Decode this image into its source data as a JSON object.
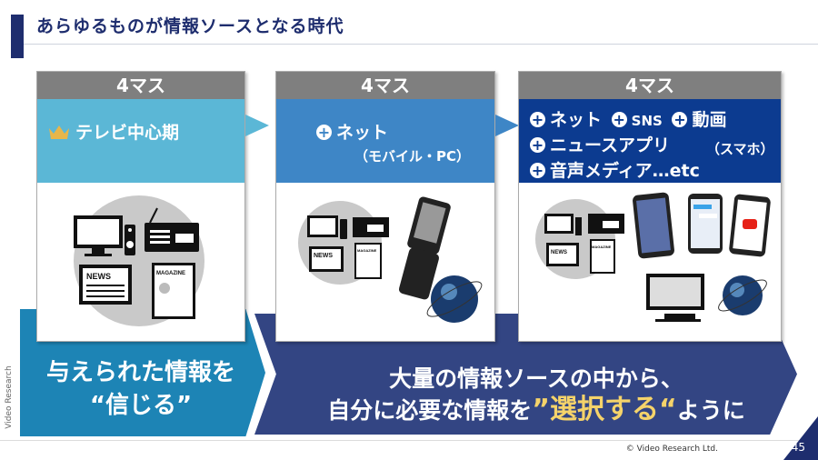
{
  "header": {
    "title": "あらゆるものが情報ソースとなる時代"
  },
  "panels": [
    {
      "head": "4マス",
      "lines": [
        "テレビ中心期"
      ]
    },
    {
      "head": "4マス",
      "lines": [
        "ネット",
        "（モバイル・PC）"
      ]
    },
    {
      "head": "4マス",
      "lines": [
        "ネット",
        "SNS",
        "動画",
        "ニュースアプリ",
        "（スマホ）",
        "音声メディア…etc"
      ]
    }
  ],
  "banners": {
    "left_line1": "与えられた情報を",
    "left_line2": "“信じる”",
    "right_line1": "大量の情報ソースの中から、",
    "right_line2_a": "自分に必要な情報を",
    "right_line2_open": "”",
    "right_line2_em": "選択する",
    "right_line2_close": "“",
    "right_line2_b": "ように"
  },
  "media_labels": {
    "news": "NEWS",
    "magazine": "MAGAZINE"
  },
  "side_tag": "Video Research",
  "footer": {
    "copyright": "© Video Research Ltd.",
    "page": "45"
  },
  "colors": {
    "navy": "#1e2d6e",
    "light_blue": "#5bb7d6",
    "mid_blue": "#3e86c6",
    "deep_blue": "#0c3b90",
    "banner_left": "#1d84b5",
    "banner_right": "#334583",
    "highlight": "#f5d36a"
  }
}
